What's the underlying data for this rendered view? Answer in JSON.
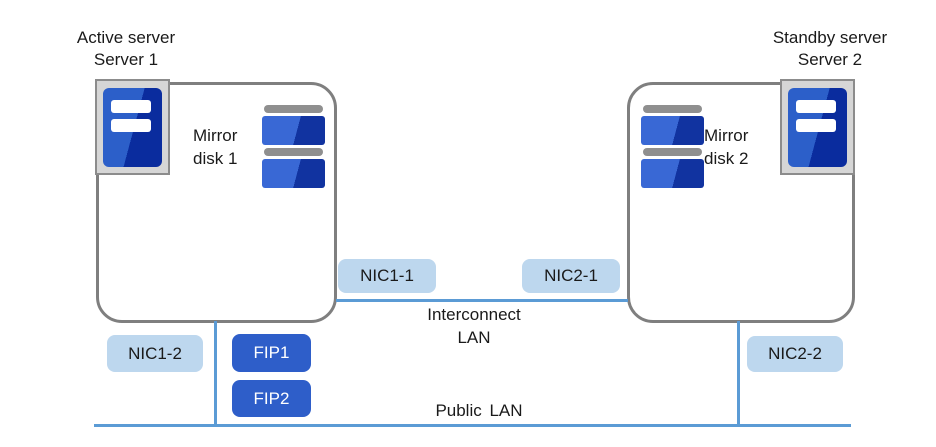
{
  "colors": {
    "accent_line": "#5b9bd5",
    "nic_chip_bg": "#bdd7ee",
    "fip_bg": "#2e5ec9",
    "box_border": "#7f7f7f",
    "icon_frame_bg": "#d6d6d6",
    "icon_frame_border": "#8c8c8c",
    "server_blue_light": "#2c5fc9",
    "server_blue_dark": "#0a2c9e",
    "disk_blue_light": "#3968d5",
    "disk_blue_dark": "#1133a0",
    "disk_cap": "#8f8f8f",
    "text": "#1a1a1a"
  },
  "servers": [
    {
      "caption": "Active server\nServer 1",
      "mirror_disk_label": "Mirror\ndisk 1"
    },
    {
      "caption": "Standby server\nServer 2",
      "mirror_disk_label": "Mirror\ndisk 2"
    }
  ],
  "nics": {
    "nic1_1": "NIC1-1",
    "nic2_1": "NIC2-1",
    "nic1_2": "NIC1-2",
    "nic2_2": "NIC2-2"
  },
  "fips": {
    "fip1": "FIP1",
    "fip2": "FIP2"
  },
  "networks": {
    "interconnect": "Interconnect\nLAN",
    "public": "Public LAN"
  }
}
